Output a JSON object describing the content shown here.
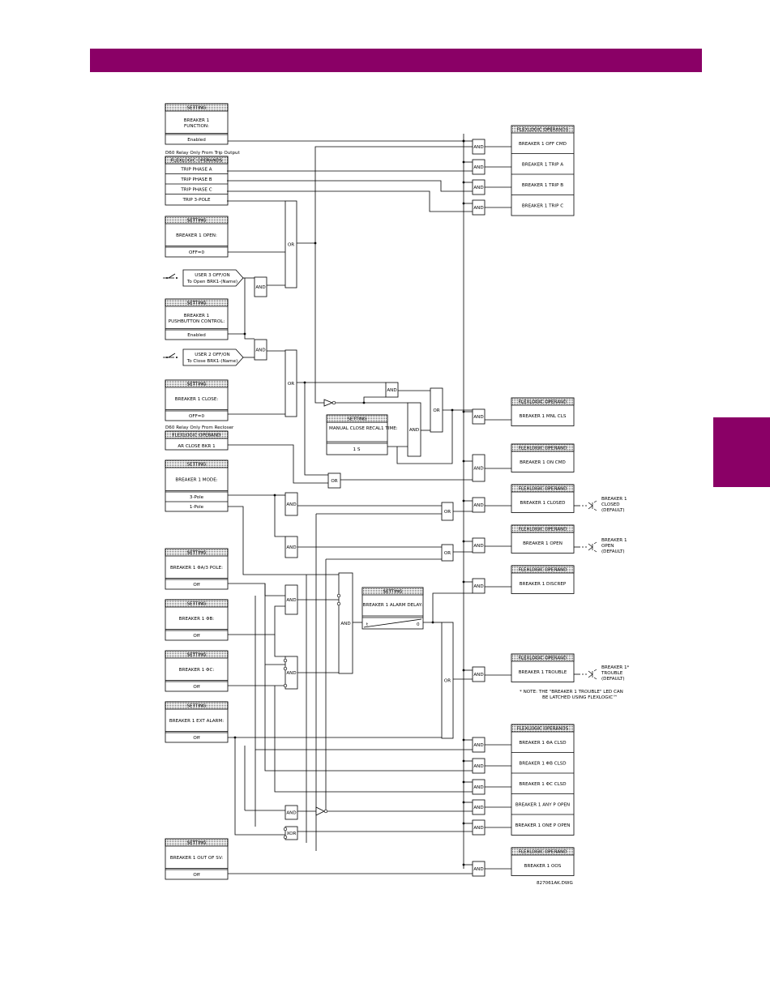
{
  "colors": {
    "banner": "#8a0066",
    "side_tab": "#8a0066",
    "line": "#000000",
    "header_fill": "dotted"
  },
  "header_banner": {
    "text": ""
  },
  "setting_label": "SETTING",
  "flexlogic_operands_label": "FLEXLOGIC OPERANDS",
  "flexlogic_operand_label": "FLEXLOGIC OPERAND",
  "settings": {
    "function": {
      "name": "BREAKER 1 FUNCTION:",
      "value": "Enabled"
    },
    "open": {
      "name": "BREAKER 1 OPEN:",
      "value": "OFF=0"
    },
    "pushbutton": {
      "name": "BREAKER 1 PUSHBUTTON CONTROL:",
      "value": "Enabled"
    },
    "close": {
      "name": "BREAKER 1 CLOSE:",
      "value": "OFF=0"
    },
    "mode": {
      "name": "BREAKER 1 MODE:",
      "value1": "3-Pole",
      "value2": "1-Pole"
    },
    "a3pole": {
      "name": "BREAKER 1 ΦA/3 POLE:",
      "value": "Off"
    },
    "b": {
      "name": "BREAKER 1 ΦB:",
      "value": "Off"
    },
    "c": {
      "name": "BREAKER 1 ΦC:",
      "value": "Off"
    },
    "ext_alarm": {
      "name": "BREAKER 1 EXT ALARM:",
      "value": "Off"
    },
    "out_of_sv": {
      "name": "BREAKER 1 OUT OF SV:",
      "value": "Off"
    },
    "recal": {
      "name": "MANUAL CLOSE RECAL1 TIME:",
      "value": "1 S"
    },
    "alarm_delay": {
      "name": "BREAKER 1 ALARM DELAY:",
      "timer_left": "t",
      "timer_right": "0"
    }
  },
  "trip_inputs": {
    "note": "D60 Relay Only From Trip Output",
    "items": [
      "TRIP PHASE A",
      "TRIP PHASE B",
      "TRIP PHASE C",
      "TRIP 3-POLE"
    ]
  },
  "reclose_input": {
    "note": "D60 Relay Only From Recloser",
    "item": "AR CLOSE BKR 1"
  },
  "user_keys": {
    "user3": {
      "line1": "USER 3 OFF/ON",
      "line2": "To Open BRK1-(Name)"
    },
    "user2": {
      "line1": "USER 2 OFF/ON",
      "line2": "To Close BRK1-(Name)"
    }
  },
  "gates": {
    "and": "AND",
    "or": "OR",
    "xor": "XOR"
  },
  "outputs": {
    "trip_group": [
      "BREAKER 1 OFF CMD",
      "BREAKER 1 TRIP A",
      "BREAKER 1 TRIP B",
      "BREAKER 1 TRIP C"
    ],
    "mnl_cls": "BREAKER 1 MNL CLS",
    "on_cmd": "BREAKER 1 ON CMD",
    "closed": "BREAKER 1 CLOSED",
    "open": "BREAKER 1 OPEN",
    "discrep": "BREAKER 1 DISCREP",
    "trouble": "BREAKER 1 TROUBLE",
    "pole_group": [
      "BREAKER 1 ΦA CLSD",
      "BREAKER 1 ΦB CLSD",
      "BREAKER 1 ΦC CLSD",
      "BREAKER 1 ANY P OPEN",
      "BREAKER 1 ONE P OPEN"
    ],
    "oos": "BREAKER 1 OOS"
  },
  "leds": {
    "closed": [
      "BREAKER 1",
      "CLOSED",
      "(DEFAULT)"
    ],
    "open": [
      "BREAKER 1",
      "OPEN",
      "(DEFAULT)"
    ],
    "trouble": [
      "BREAKER 1*",
      "TROUBLE",
      "(DEFAULT)"
    ]
  },
  "trouble_note": [
    "* NOTE: THE \"BREAKER 1 TROUBLE\" LED CAN",
    "BE LATCHED USING FLEXLOGIC™"
  ],
  "drawing_number": "827061AK.DWG"
}
